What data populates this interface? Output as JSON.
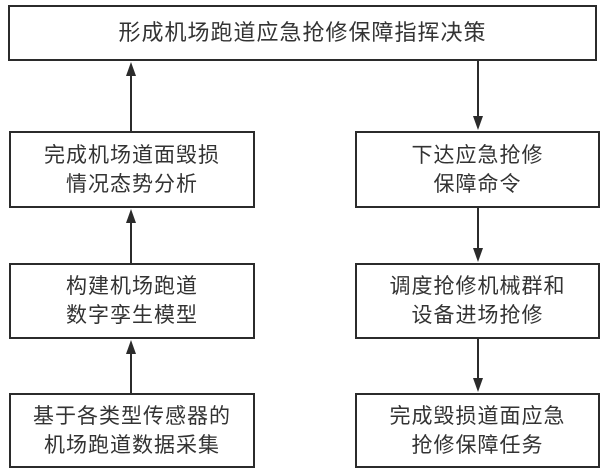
{
  "diagram": {
    "type": "flowchart",
    "nodes": {
      "decision": {
        "label": "形成机场跑道应急抢修保障指挥决策"
      },
      "situation": {
        "label": "完成机场道面毁损\n情况态势分析"
      },
      "twin": {
        "label": "构建机场跑道\n数字孪生模型"
      },
      "collection": {
        "label": "基于各类型传感器的\n机场跑道数据采集"
      },
      "command": {
        "label": "下达应急抢修\n保障命令"
      },
      "dispatch": {
        "label": "调度抢修机械群和\n设备进场抢修"
      },
      "complete": {
        "label": "完成毁损道面应急\n抢修保障任务"
      }
    },
    "edges": [
      {
        "from": "collection",
        "to": "twin",
        "direction": "up"
      },
      {
        "from": "twin",
        "to": "situation",
        "direction": "up"
      },
      {
        "from": "situation",
        "to": "decision",
        "direction": "up"
      },
      {
        "from": "decision",
        "to": "command",
        "direction": "down"
      },
      {
        "from": "command",
        "to": "dispatch",
        "direction": "down"
      },
      {
        "from": "dispatch",
        "to": "complete",
        "direction": "down"
      }
    ],
    "colors": {
      "border": "#2b2b2b",
      "text": "#333333",
      "arrow": "#2b2b2b",
      "background": "#ffffff"
    }
  }
}
